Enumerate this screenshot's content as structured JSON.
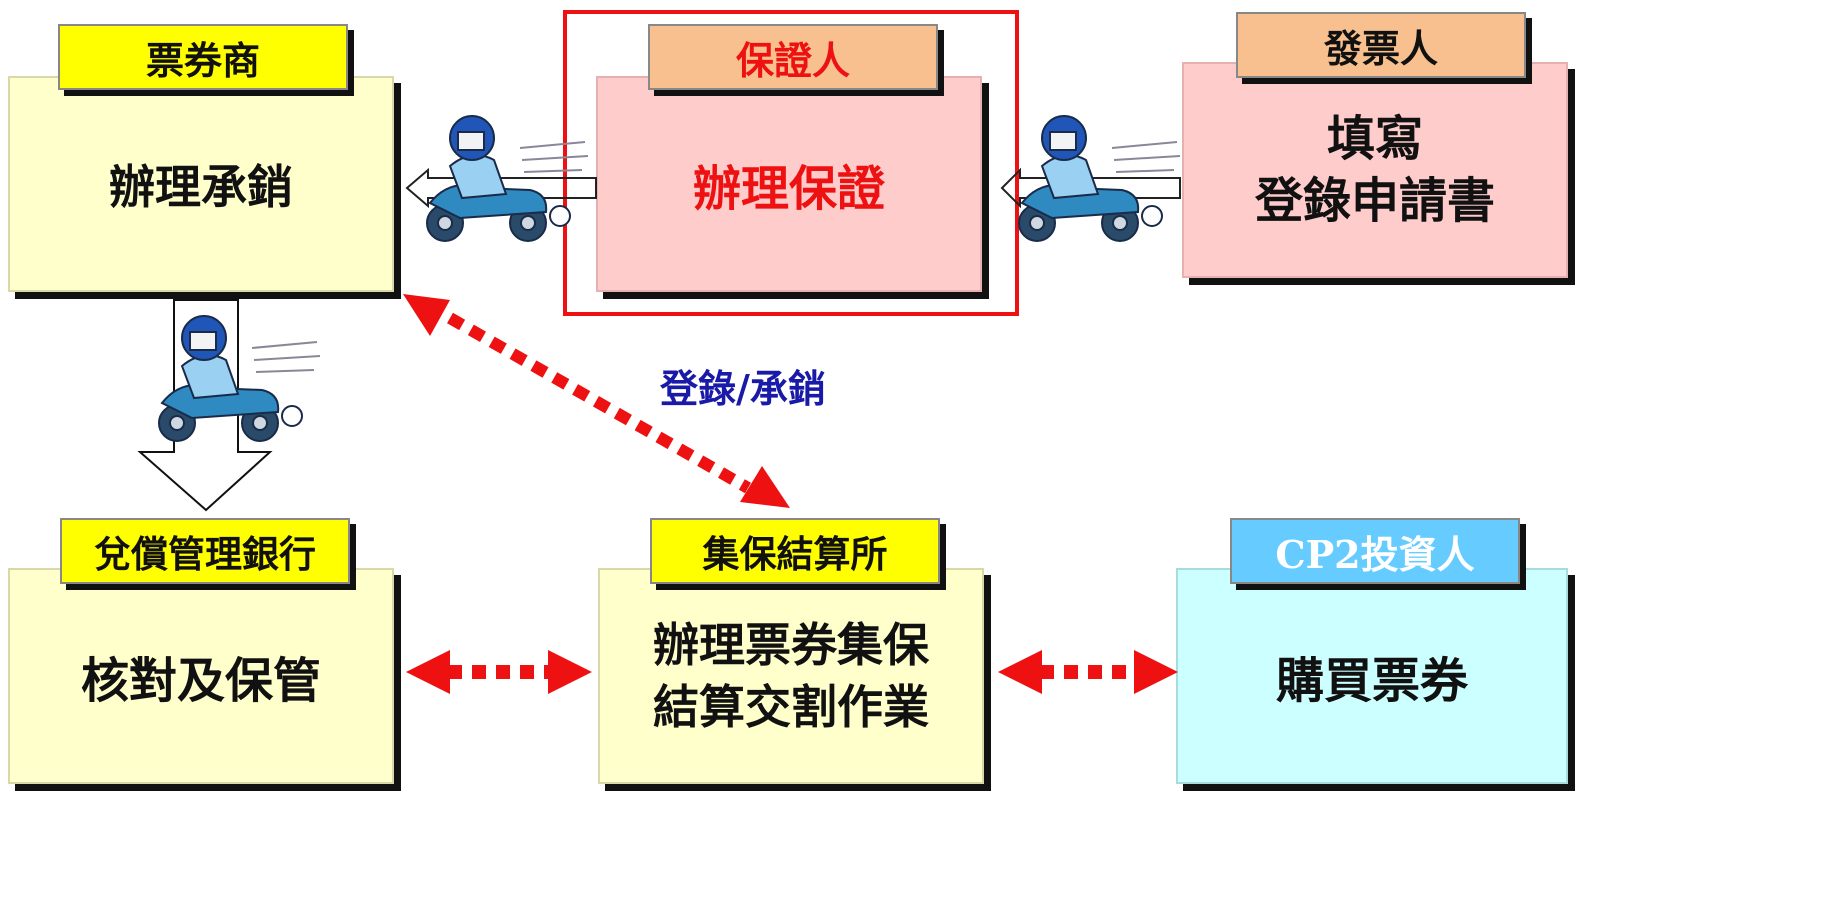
{
  "dealer": {
    "tag": "票券商",
    "body": "辦理承銷"
  },
  "guarantor": {
    "tag": "保證人",
    "body": "辦理保證"
  },
  "issuer": {
    "tag": "發票人",
    "body_line1": "填寫",
    "body_line2": "登錄申請書"
  },
  "bank": {
    "tag": "兌償管理銀行",
    "body": "核對及保管"
  },
  "clearing": {
    "tag": "集保結算所",
    "body_line1": "辦理票券集保",
    "body_line2": "結算交割作業"
  },
  "investor": {
    "tag": "CP2投資人",
    "body": "購買票券"
  },
  "link_label": "登錄/承銷",
  "colors": {
    "highlight": "#ee1111",
    "link_label": "#1a1aa8",
    "yellow": "#ffff00",
    "peach": "#f9c08f",
    "blue": "#66ccff"
  },
  "icons": [
    "scooter-courier-icon",
    "down-arrow-icon",
    "double-arrow-icon"
  ]
}
